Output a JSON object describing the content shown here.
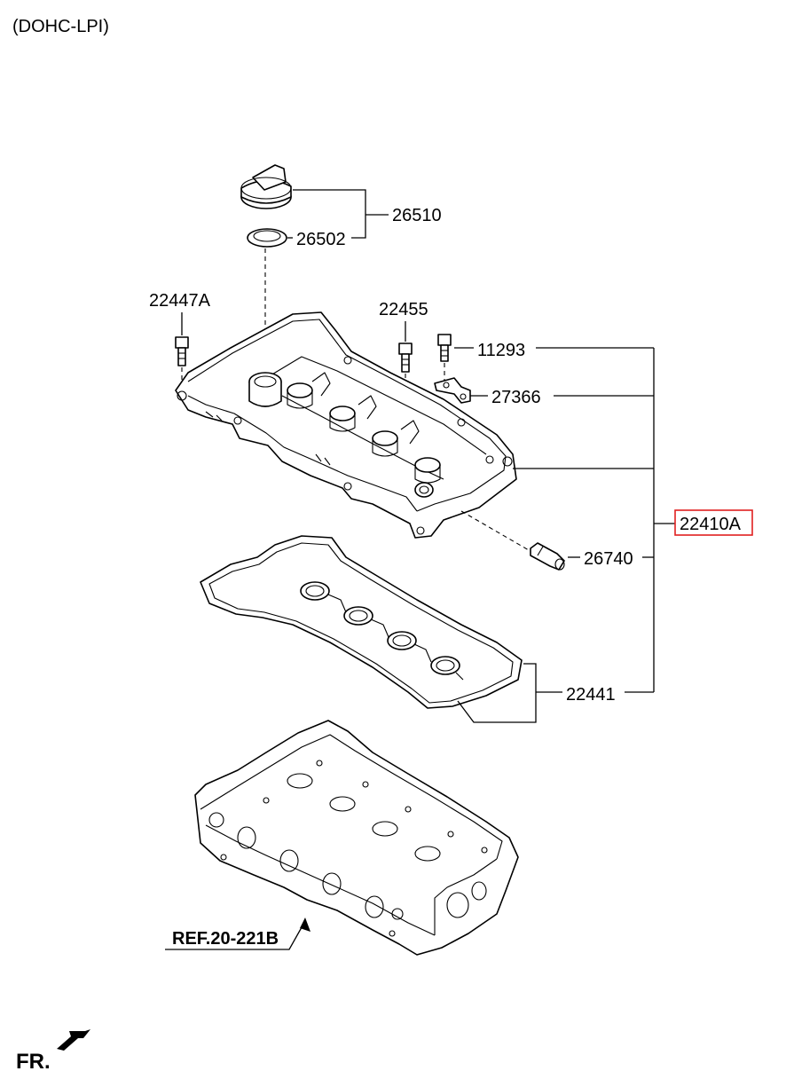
{
  "header": {
    "variant": "(DOHC-LPI)"
  },
  "callouts": {
    "p26510": "26510",
    "p26502": "26502",
    "p22447A": "22447A",
    "p22455": "22455",
    "p11293": "11293",
    "p27366": "27366",
    "p22410A": "22410A",
    "p26740": "26740",
    "p22441": "22441"
  },
  "reference": {
    "label": "REF.20-221B"
  },
  "orientation": {
    "label": "FR."
  },
  "colors": {
    "highlight": "#e02020",
    "ink": "#000000"
  }
}
